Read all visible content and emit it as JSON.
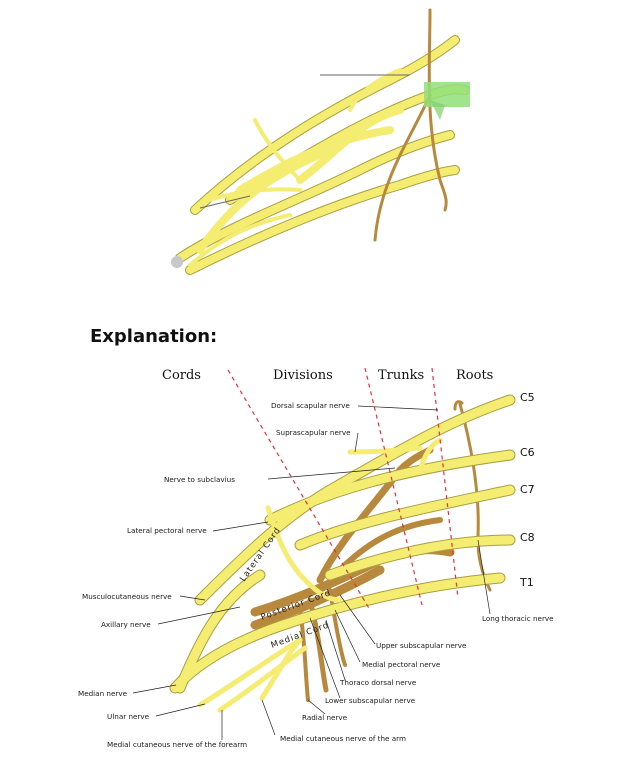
{
  "explanation_title": "Explanation:",
  "headers": {
    "cords": "Cords",
    "divisions": "Divisions",
    "trunks": "Trunks",
    "roots": "Roots"
  },
  "roots": [
    "C5",
    "C6",
    "C7",
    "C8",
    "T1"
  ],
  "cord_labels": {
    "lateral": "Lateral Cord",
    "posterior": "Posterior Cord",
    "medial": "Medial Cord"
  },
  "labels": {
    "dorsal_scapular": "Dorsal scapular nerve",
    "suprascapular": "Suprascapular nerve",
    "nerve_to_subclavius": "Nerve to subclavius",
    "lateral_pectoral": "Lateral pectoral nerve",
    "musculocutaneous": "Musculocutaneous nerve",
    "axillary": "Axillary nerve",
    "median": "Median nerve",
    "ulnar": "Ulnar nerve",
    "medial_cutaneous_forearm": "Medial cutaneous nerve of the forearm",
    "medial_cutaneous_arm": "Medial cutaneous nerve of the arm",
    "radial": "Radial nerve",
    "lower_subscapular": "Lower subscapular nerve",
    "thoraco_dorsal": "Thoraco dorsal nerve",
    "medial_pectoral": "Medial pectoral nerve",
    "upper_subscapular": "Upper subscapular nerve",
    "long_thoracic": "Long thoracic nerve"
  },
  "colors": {
    "nerve_yellow": "#f5ec72",
    "nerve_brown": "#b8893c",
    "highlight_green": "#8fe07a",
    "divider_red": "#e8303a"
  }
}
